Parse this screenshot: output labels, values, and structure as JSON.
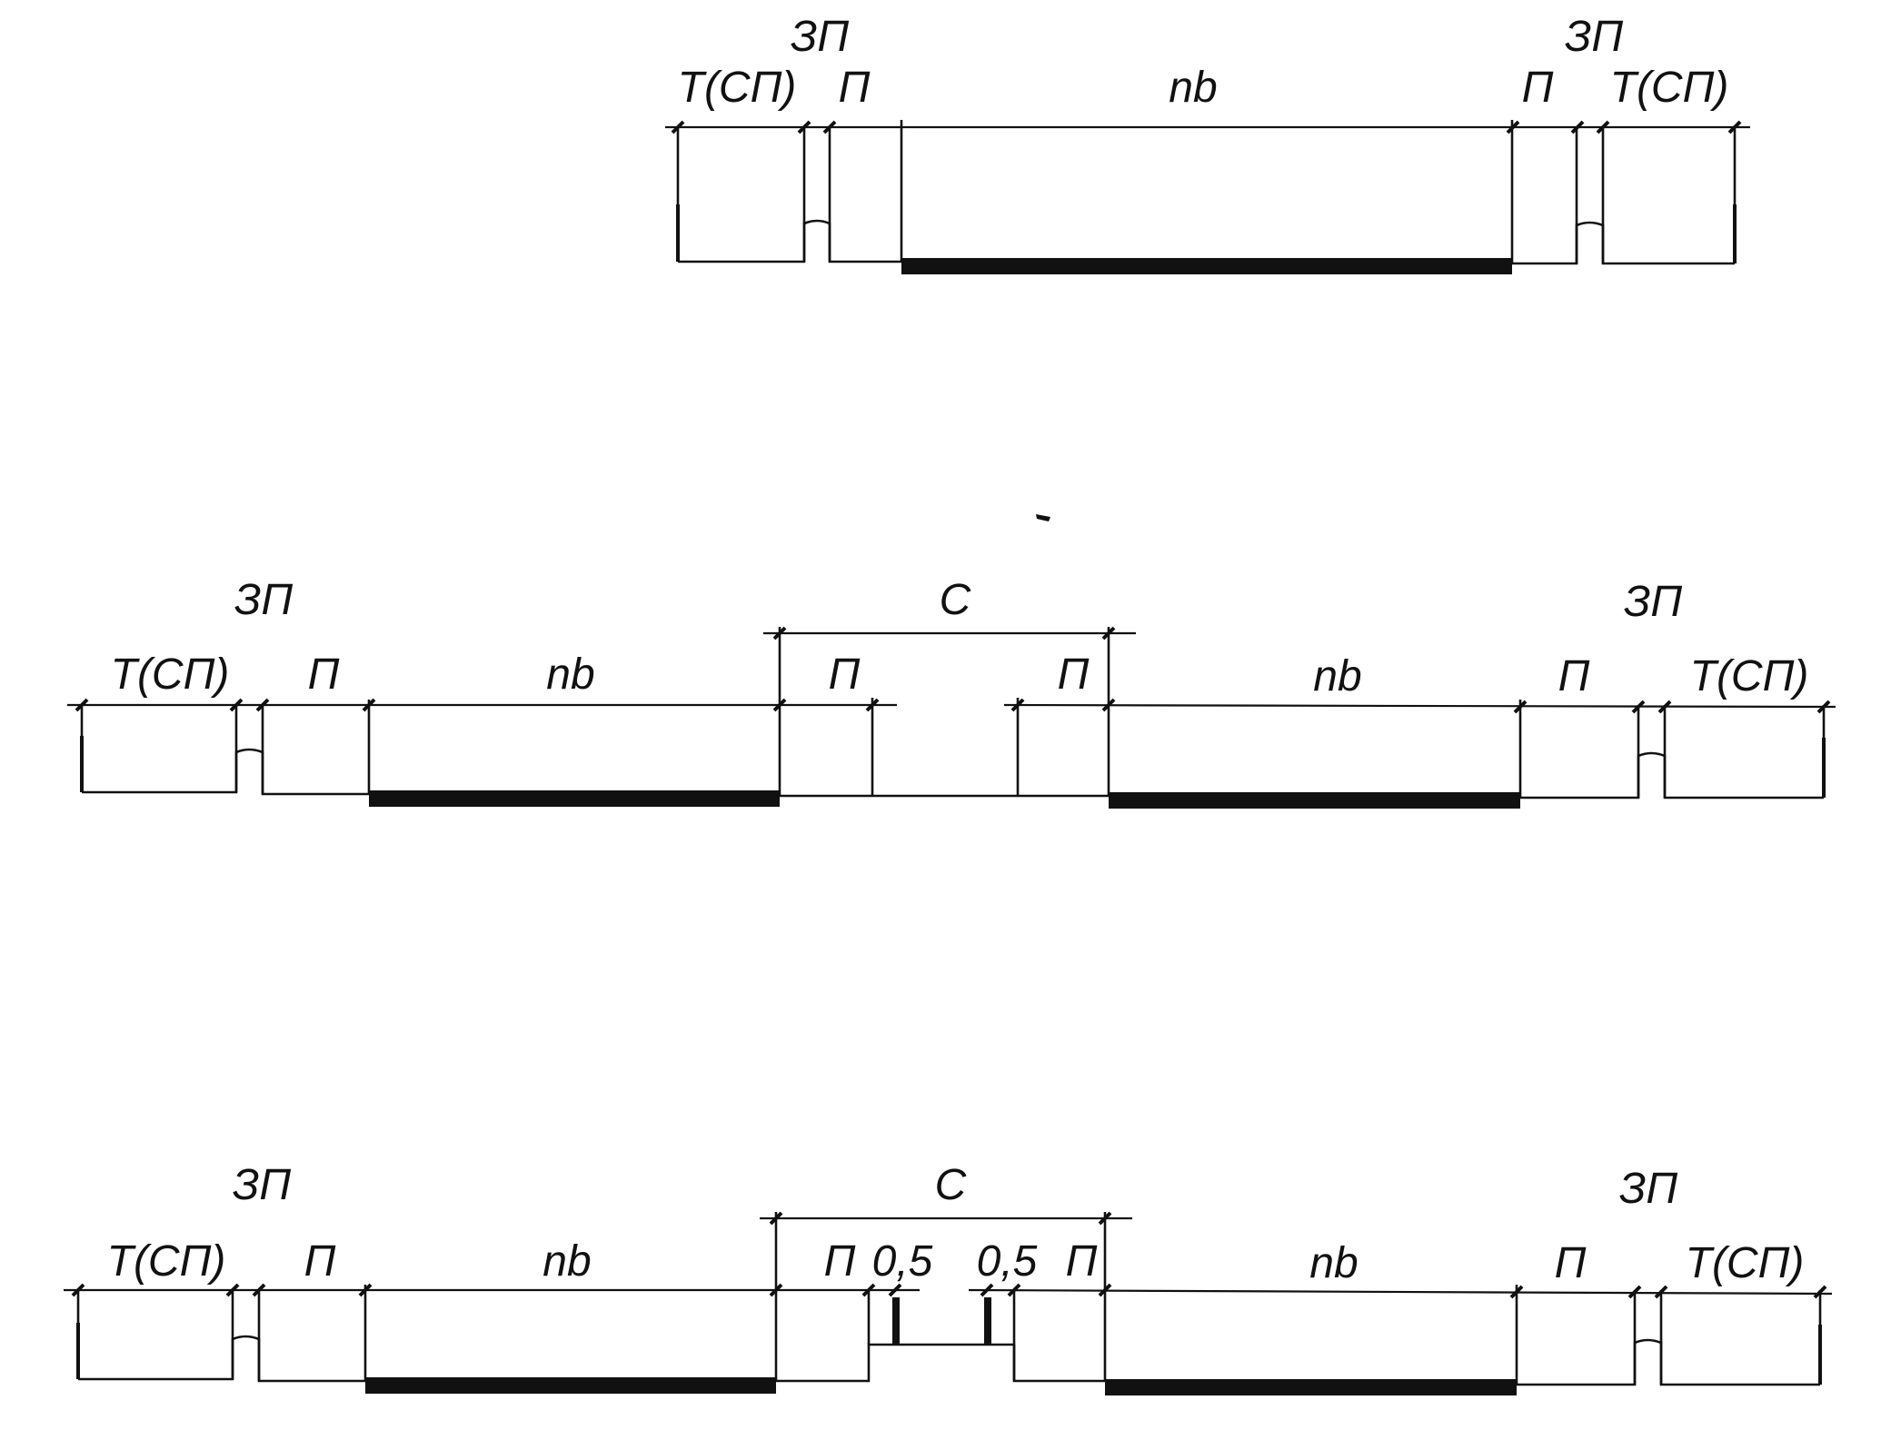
{
  "labels": {
    "zone": "ЗП",
    "sidewalk": "Т(СП)",
    "strip": "П",
    "carriageway": "nb",
    "median": "С",
    "half": "0,5"
  },
  "colors": {
    "ink": "#111111",
    "background": "#ffffff"
  }
}
